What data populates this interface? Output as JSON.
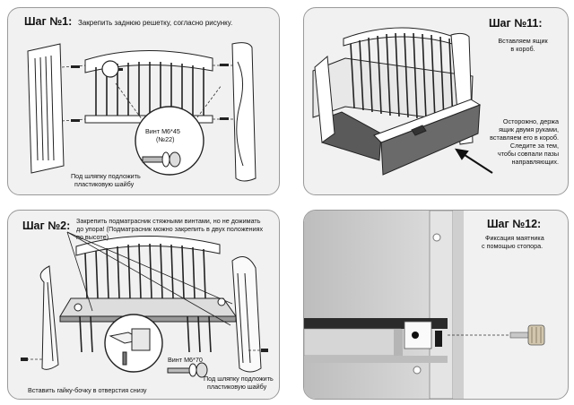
{
  "step1": {
    "title": "Шаг №1:",
    "instruction": "Закрепить заднюю решетку, согласно рисунку.",
    "screw_name": "Винт М6*45",
    "screw_size": "(№22)",
    "note_line1": "Под шляпку подложить",
    "note_line2": "пластиковую шайбу"
  },
  "step11": {
    "title": "Шаг №11:",
    "instruction_line1": "Вставляем ящик",
    "instruction_line2": "в короб.",
    "caution_line1": "Осторожно, держа",
    "caution_line2": "ящик двумя руками,",
    "caution_line3": "вставляем его в короб.",
    "caution_line4": "Следите за тем,",
    "caution_line5": "чтобы совпали пазы",
    "caution_line6": "направляющих."
  },
  "step2": {
    "title": "Шаг №2:",
    "instruction_line1": "Закрепить подматрасник стяжными винтами, но не дожимать",
    "instruction_line2": "до упора! (Подматрасник можно закрепить в двух положениях",
    "instruction_line3": "по высоте)",
    "screw_name": "Винт М6*70",
    "note_line1": "Под шляпку подложить",
    "note_line2": "пластиковую шайбу",
    "barrel_nut_note": "Вставить гайку-бочку в отверстия снизу"
  },
  "step12": {
    "title": "Шаг №12:",
    "instruction_line1": "Фиксация маятника",
    "instruction_line2": "с помощью стопора."
  }
}
